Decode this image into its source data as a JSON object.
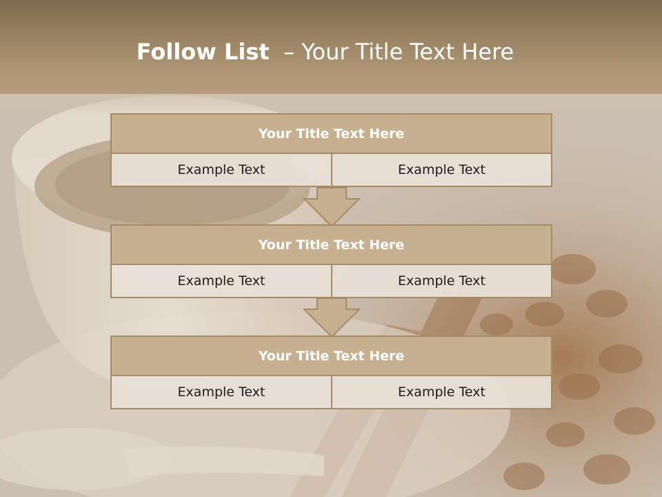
{
  "slide": {
    "title_bold": "Follow List",
    "title_rest": "  – Your Title Text Here"
  },
  "flow": [
    {
      "title": "Your Title Text Here",
      "left_text": "Example Text",
      "right_text": "Example Text"
    },
    {
      "title": "Your Title Text Here",
      "left_text": "Example Text",
      "right_text": "Example Text"
    },
    {
      "title": "Your Title Text Here",
      "left_text": "Example Text",
      "right_text": "Example Text"
    }
  ],
  "colors": {
    "header_fill": "#c7b090",
    "border": "#a58a67",
    "cell_fill": "#e8dfd6",
    "title_bar": "#97805f"
  }
}
